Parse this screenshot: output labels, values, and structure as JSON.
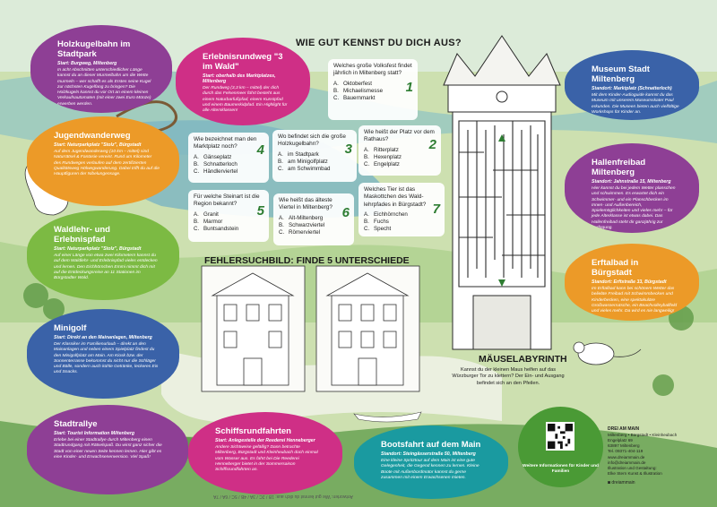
{
  "colors": {
    "purple": "#8e3f95",
    "magenta": "#cf2f86",
    "orange": "#ec9a28",
    "green": "#7cba43",
    "blue": "#3a62a8",
    "teal": "#1a9aa0",
    "lime": "#9fbf2e",
    "red": "#d63b5d",
    "darkgreen": "#4a9a35"
  },
  "blobs": [
    {
      "title": "Holzkugelbahn im Stadtpark",
      "sub": "Start: Burgweg, Miltenberg",
      "text": "In acht Abschnitten unterschiedlicher Länge kannst du an dieser Murmelbahn um die Wette murmeln – wer schafft es als Erstes seine Kugel zur nächsten Kugelfang zu bringen? Die Holzkugeln kannst du vor Ort an einem kleinen Verkaufsautomaten (mit einer zwei Euro Münze) erwerben werden."
    },
    {
      "title": "Erlebnisrundweg \"3 im Wald\"",
      "sub": "Start: oberhalb des Marktplatzes, Miltenberg",
      "text": "Der Rundweg (3,3 km – mittel) der dich durch das Felsenmeer führt besteht aus einem Naturbarfußpfad, einem Kunstpfad und einem Baumerkidpfad. Ein Highlight für alle Altersklassen!"
    },
    {
      "title": "Jugendwanderweg",
      "sub": "Start: Naturparkplatz \"Stolz\", Bürgstadt",
      "text": "Auf dem Jugendwanderweg (10 km – mittel) sind Naturrätsel & Fantasie vereint. Rund um Kilometer des Rundweges verlaufen auf dem zertifizierten Qualitätsweg Hölwegwanderung. Dabei trifft du auf die Hauptfiguren der Nibelungensage."
    },
    {
      "title": "Waldlehr- und Erlebnispfad",
      "sub": "Start: Naturparkplatz \"Stolz\", Bürgstadt",
      "text": "Auf einer Länge von etwa zwei Kilometern kannst du auf dem Waldlehr- und Erlebnispfad vieles entdecken und lernen. Den Eichhörnchen Emmi nimmt dich mit auf die Entdeckungsreise an 11 Stationen im Bürgstadter Wald."
    },
    {
      "title": "Minigolf",
      "sub": "Start: Direkt an den Mainanlagen, Miltenberg",
      "text": "Der Klassiker im Familienurlaub – direkt an den Mainanlagen und neben einem Spielplatz findest du den Minigolfplatz am Main. Am Kiosk bzw. der Sonnenterrasse bekommst du nicht nur die Schläger und Bälle, sondern auch kühle Getränke, leckeres Eis und Snacks."
    },
    {
      "title": "Stadtrallye",
      "sub": "Start: Tourist Information Miltenberg",
      "text": "Erlebe bei einer Stadtrallye durch Miltenberg einen Stadtrundgang mit Rätselspaß. Du wirst ganz sicher die Stadt von einer neuen Seite kennen lernen. Hier gibt es eine Kinder- und Erwachsenenversion. Viel Spaß!"
    },
    {
      "title": "Schiffsrundfahrten",
      "sub": "Start: Anlegestelle der Reederei Henneberger",
      "text": "Andere Sichtweise gefällig? Dann betrachte Miltenberg, Bürgstadt und Kleinheubach doch einmal vom Wasser aus. Es fahrt bei Die Reederei Henneberger bietet in der Sommersaison Schiffsrundfahrten an."
    },
    {
      "title": "Bootsfahrt auf dem Main",
      "sub": "Standort: Steingässerstraße 50, Miltenberg",
      "text": "Eine kleine Spritztour auf dem Main ist eine gute Gelegenheit, die Gegend kennen zu lernen. Kleine Boote mit Außenbordmotor kannst du gerne zusammen mit einem Erwachsenen mieten."
    },
    {
      "title": "Museum Stadt Miltenberg",
      "sub": "Standort: Marktplatz (Schnatterloch)",
      "text": "Mit dem Kinder-Audioguide kannst du das Museum mit unserem Museumskater Paul erkunden. Die Museen bieten auch vielfältige Workshops für Kinder an."
    },
    {
      "title": "Hallenfreibad Miltenberg",
      "sub": "Standort: Jahnstraße 15, Miltenberg",
      "text": "Hier kannst du bei jedem Wetter planschen und schwimmen. Es erwartet dich ein Schwimmer- und ein Planschbecken im Innen- und Außenbereich, Spielemöglichkeiten und vieles mehr – für jede Alterklasse ist etwas dabei. Das Hallenfreibad steht dir ganzjährig zur Verfügung."
    },
    {
      "title": "Erftalbad in Bürgstadt",
      "sub": "Standort: Erftstraße 33, Bürgstadt",
      "text": "Im Erftalbad kann bei schönem Wetter das beliebte Freibad mit Schwimmbecken und Kinderbecken, eine spektakuläre Großwasserrutsche, ein Beachvolleyballfeld und vieles mehr. Da wird es nie langweilig!"
    }
  ],
  "quiz": {
    "heading": "WIE GUT KENNST DU DICH AUS?",
    "questions": [
      {
        "num": "1",
        "q": "Welches große Volksfest findet jährlich in Miltenberg statt?",
        "a": [
          "A.",
          "B.",
          "C."
        ],
        "opts": [
          "Oktoberfest",
          "Michaelismesse",
          "Bauernmarkt"
        ]
      },
      {
        "num": "2",
        "q": "Wie heißt der Platz vor dem Rathaus?",
        "a": [
          "A.",
          "B.",
          "C."
        ],
        "opts": [
          "Ritterplatz",
          "Hexenplatz",
          "Engelplatz"
        ]
      },
      {
        "num": "3",
        "q": "Wo befindet sich die große Holzkugelbahn?",
        "a": [
          "A.",
          "B.",
          "C."
        ],
        "opts": [
          "im Stadtpark",
          "am Minigolfplatz",
          "am Schwimmbad"
        ]
      },
      {
        "num": "4",
        "q": "Wie bezeichnet man den Marktplatz noch?",
        "a": [
          "A.",
          "B.",
          "C."
        ],
        "opts": [
          "Gänseplatz",
          "Schnatterloch",
          "Händlerviertel"
        ]
      },
      {
        "num": "5",
        "q": "Für welche Steinart ist die Region bekannt?",
        "a": [
          "A.",
          "B.",
          "C."
        ],
        "opts": [
          "Granit",
          "Marmor",
          "Buntsandstein"
        ]
      },
      {
        "num": "6",
        "q": "Wie heißt das älteste Viertel in Miltenberg?",
        "a": [
          "A.",
          "B.",
          "C."
        ],
        "opts": [
          "Alt-Miltenberg",
          "Schwarzviertel",
          "Römerviertel"
        ]
      },
      {
        "num": "7",
        "q": "Welches Tier ist das Maskottchen des Wald-lehrpfades in Bürgstadt?",
        "a": [
          "A.",
          "B.",
          "C."
        ],
        "opts": [
          "Eichhörnchen",
          "Fuchs",
          "Specht"
        ]
      }
    ]
  },
  "differences": {
    "heading": "FEHLERSUCHBILD: FINDE 5 UNTERSCHIEDE"
  },
  "maze": {
    "heading": "MÄUSELABYRINTH",
    "text": "Kannst du der kleinen Maus helfen auf das Würzburger Tor zu klettern? Der Ein- und Ausgang befindet sich an den Pfeilen."
  },
  "info": {
    "label": "Weitere Informationen für Kinder und Familien",
    "addr_title": "DREI AM MAIN",
    "addr_lines": [
      "Miltenberg • Bürgstadt • Kleinheubach",
      "Engelplatz 69",
      "63897 Miltenberg",
      "Tel. 09371-404-119",
      "www.dreiammain.de",
      "info@dreiammain.de"
    ],
    "credit": [
      "Illustration und Gestaltung:",
      "Elke Stern Kunst & Illustration"
    ],
    "instagram": "dreiammain"
  },
  "footer": "Antworten: Wie gut kennst du dich aus: 1B / 2C / 3A / 4B / 5C / 6A / 7A"
}
